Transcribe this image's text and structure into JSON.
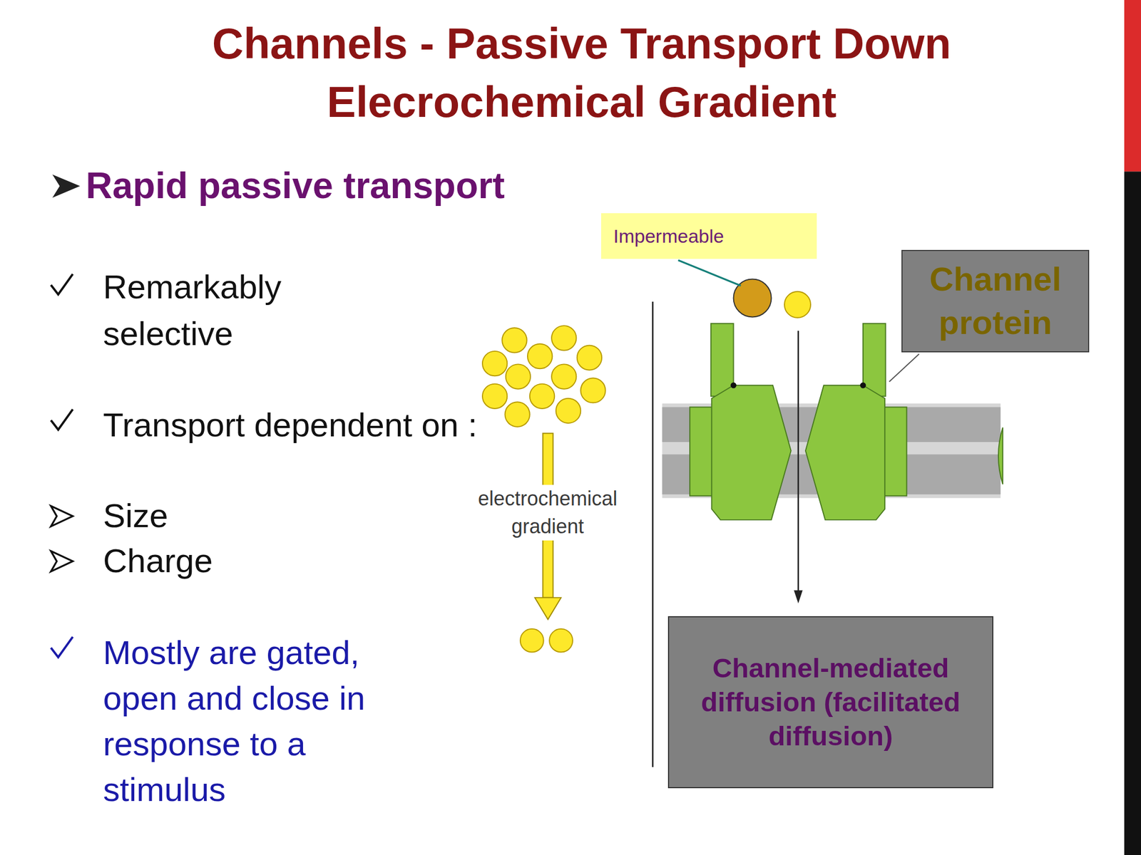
{
  "diagram": {
    "title": "Channels - Passive Transport Down Elecrochemical Gradient",
    "nodes": [
      {
        "text": [
          "Impermeable"
        ]
      },
      {
        "text": [
          "Channel protein"
        ]
      },
      {
        "text": [
          "Channel-mediated diffusion (facilitated diffusion)"
        ]
      }
    ],
    "labels": [
      "Rapid passive transport",
      "Remarkably selective",
      "Transport dependent on :",
      "Size",
      "Charge",
      "Mostly are gated, open and close in response to a stimulus",
      "electrochemical gradient"
    ]
  }
}
